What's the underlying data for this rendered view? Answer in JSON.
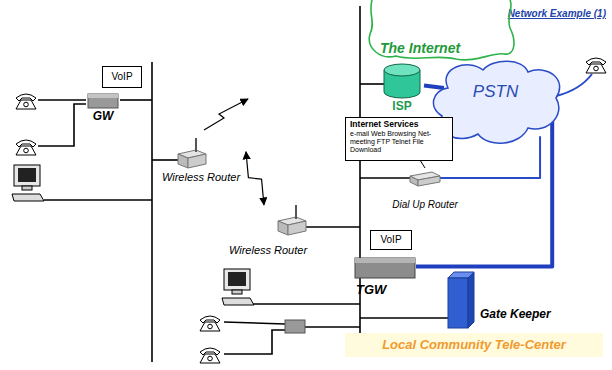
{
  "diagram": {
    "title": "Network Example (1)",
    "nodes": [
      {
        "text": [
          "The Internet"
        ]
      },
      {
        "text": [
          "ISP"
        ]
      },
      {
        "text": [
          "PSTN"
        ]
      },
      {
        "text": [
          "VoIP"
        ]
      },
      {
        "text": [
          "GW"
        ]
      },
      {
        "text": [
          "Wireless Router"
        ]
      },
      {
        "text": [
          "Wireless Router"
        ]
      },
      {
        "text": [
          "Internet Services",
          "e-mail Web Browsing Net-meeting FTP Telnet File Download"
        ]
      },
      {
        "text": [
          "Dial Up Router"
        ]
      },
      {
        "text": [
          "VoIP"
        ]
      },
      {
        "text": [
          "TGW"
        ]
      },
      {
        "text": [
          "Gate Keeper"
        ]
      },
      {
        "text": [
          "Local Community Tele-Center"
        ]
      }
    ],
    "edges": [
      {
        "from": 1,
        "to": 2,
        "arrow": "none"
      },
      {
        "from": 5,
        "to": 6,
        "arrow": "both"
      },
      {
        "from": 7,
        "to": 8,
        "arrow": "none"
      },
      {
        "from": 8,
        "to": 2,
        "arrow": "none"
      },
      {
        "from": 10,
        "to": 2,
        "arrow": "none"
      }
    ]
  }
}
